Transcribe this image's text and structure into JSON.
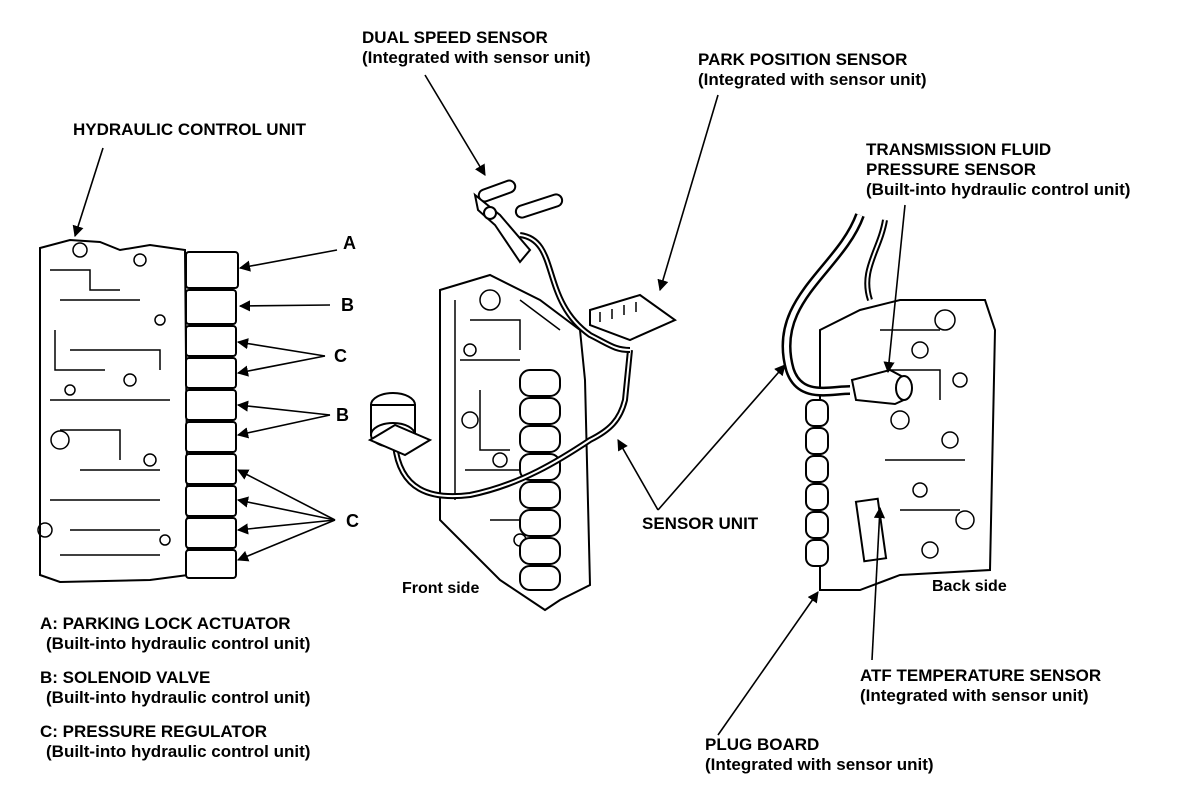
{
  "labels": {
    "dual_speed_sensor": {
      "line1": "DUAL SPEED SENSOR",
      "line2": "(Integrated with sensor unit)"
    },
    "park_position_sensor": {
      "line1": "PARK POSITION SENSOR",
      "line2": "(Integrated with sensor unit)"
    },
    "hydraulic_control_unit": "HYDRAULIC CONTROL UNIT",
    "transmission_fluid_pressure_sensor": {
      "line1": "TRANSMISSION FLUID",
      "line2": "PRESSURE SENSOR",
      "line3": "(Built-into hydraulic control unit)"
    },
    "sensor_unit": "SENSOR UNIT",
    "front_side": "Front side",
    "back_side": "Back side",
    "atf_temperature_sensor": {
      "line1": "ATF TEMPERATURE SENSOR",
      "line2": "(Integrated with sensor unit)"
    },
    "plug_board": {
      "line1": "PLUG BOARD",
      "line2": "(Integrated with sensor unit)"
    }
  },
  "callouts": {
    "a": "A",
    "b1": "B",
    "c1": "C",
    "b2": "B",
    "c2": "C"
  },
  "legend": [
    {
      "line1": "A: PARKING LOCK ACTUATOR",
      "line2": "(Built-into hydraulic control unit)"
    },
    {
      "line1": "B: SOLENOID VALVE",
      "line2": "(Built-into hydraulic control unit)"
    },
    {
      "line1": "C: PRESSURE REGULATOR",
      "line2": "(Built-into hydraulic control unit)"
    }
  ]
}
